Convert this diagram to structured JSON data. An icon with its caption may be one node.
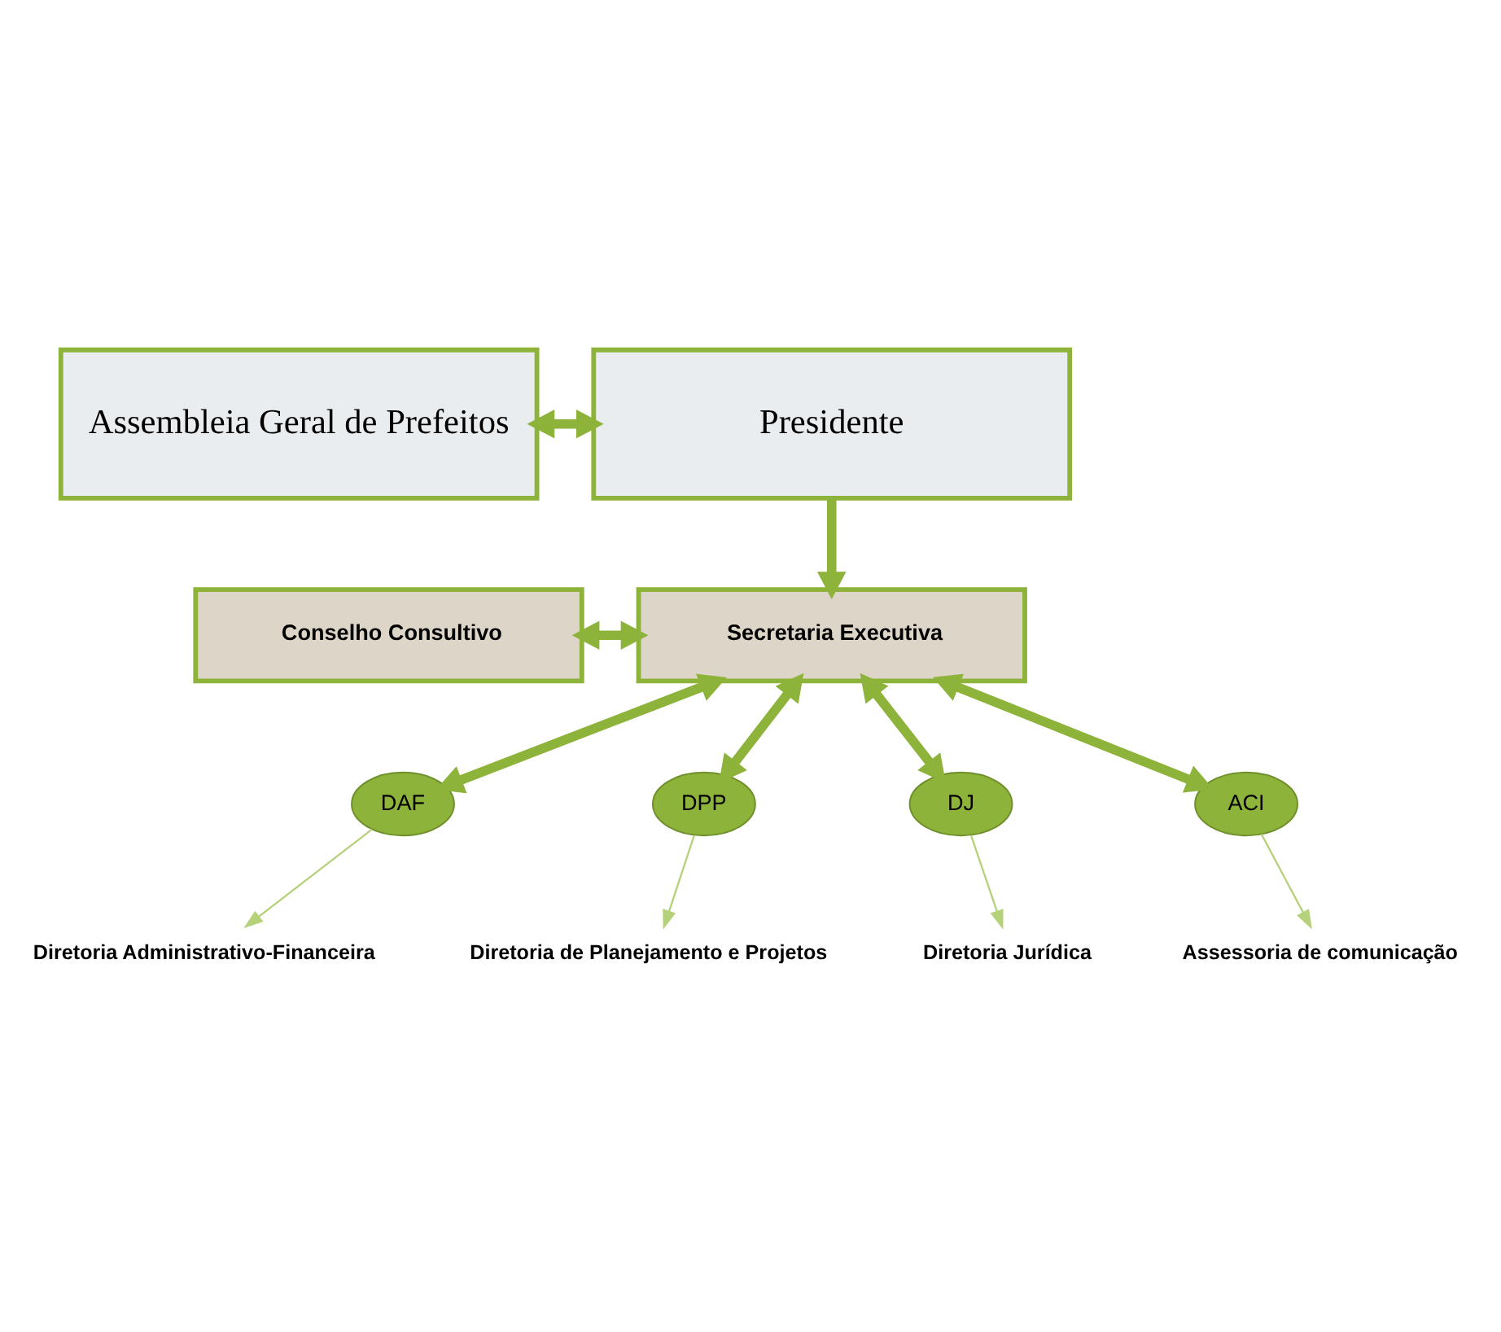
{
  "diagram": {
    "nodes": [
      {
        "text": [
          "Assembleia Geral de Prefeitos"
        ]
      },
      {
        "text": [
          "Presidente"
        ]
      },
      {
        "text": [
          "Conselho Consultivo"
        ]
      },
      {
        "text": [
          "Secretaria Executiva"
        ]
      },
      {
        "text": [
          "DAF"
        ]
      },
      {
        "text": [
          "DPP"
        ]
      },
      {
        "text": [
          "DJ"
        ]
      },
      {
        "text": [
          "ACI"
        ]
      },
      {
        "text": [
          "Diretoria Administrativo-Financeira"
        ]
      },
      {
        "text": [
          "Diretoria de Planejamento e Projetos"
        ]
      },
      {
        "text": [
          "Diretoria Jurídica"
        ]
      },
      {
        "text": [
          "Assessoria de comunicação"
        ]
      }
    ],
    "edges": [
      {
        "from": 0,
        "to": 1,
        "arrow": "both"
      },
      {
        "from": 1,
        "to": 3,
        "arrow": "to"
      },
      {
        "from": 2,
        "to": 3,
        "arrow": "both"
      },
      {
        "from": 3,
        "to": 4,
        "arrow": "both"
      },
      {
        "from": 3,
        "to": 5,
        "arrow": "both"
      },
      {
        "from": 3,
        "to": 6,
        "arrow": "both"
      },
      {
        "from": 3,
        "to": 7,
        "arrow": "both"
      },
      {
        "from": 4,
        "to": 8,
        "arrow": "to",
        "color": "#b5d17a"
      },
      {
        "from": 5,
        "to": 9,
        "arrow": "to",
        "color": "#b5d17a"
      },
      {
        "from": 6,
        "to": 10,
        "arrow": "to",
        "color": "#b5d17a"
      },
      {
        "from": 7,
        "to": 11,
        "arrow": "to",
        "color": "#b5d17a"
      }
    ]
  }
}
